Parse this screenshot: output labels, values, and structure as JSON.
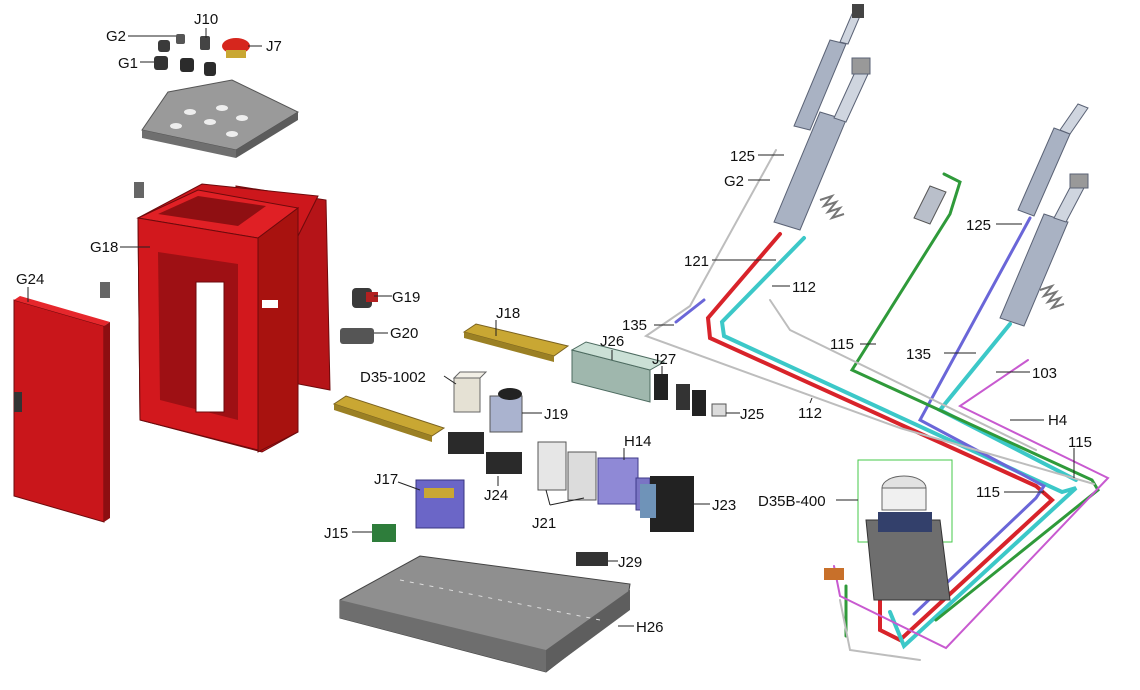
{
  "labels": {
    "g2_left": "G2",
    "j10": "J10",
    "j7": "J7",
    "g1": "G1",
    "g18": "G18",
    "g24": "G24",
    "g19": "G19",
    "g20": "G20",
    "j18": "J18",
    "j26": "J26",
    "j27": "J27",
    "d35_1002": "D35-1002",
    "j19": "J19",
    "j25": "J25",
    "h14": "H14",
    "j17": "J17",
    "j24": "J24",
    "j21": "J21",
    "j23": "J23",
    "j15": "J15",
    "j29": "J29",
    "h26": "H26",
    "n125_top": "125",
    "g2_right": "G2",
    "n121": "121",
    "n112_upper": "112",
    "n135_left": "135",
    "n112_lower": "112",
    "n115_mid": "115",
    "n125_right": "125",
    "n135_right": "135",
    "n103": "103",
    "h4": "H4",
    "n115_right": "115",
    "n115_bottom": "115",
    "d35b_400": "D35B-400"
  },
  "colors": {
    "cabinet_red": "#c8161b",
    "cabinet_dark": "#7d0d0f",
    "panel_gray": "#8c8c8c",
    "rail_yellow": "#c9a733",
    "cylinder_gray": "#a9b2c3",
    "hose_red": "#d8232a",
    "hose_cyan": "#3cc8c8",
    "hose_blue": "#6a66d8",
    "hose_green": "#2f9a3a",
    "hose_magenta": "#c85ad0",
    "contactor_purple": "#8f89d6",
    "selection_green": "#46c94a"
  }
}
